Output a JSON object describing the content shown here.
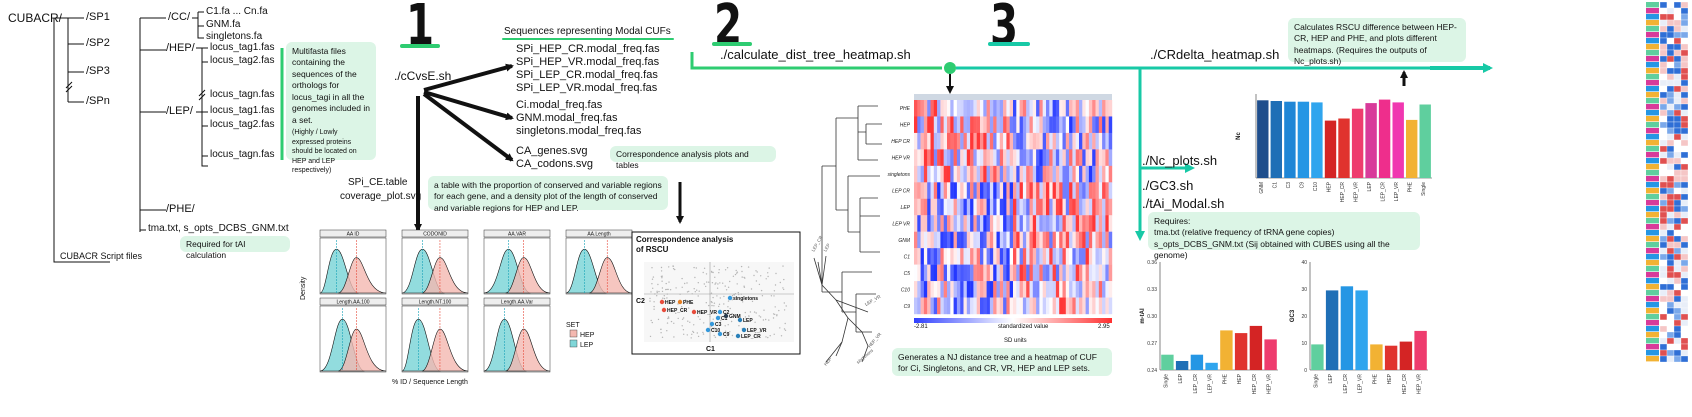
{
  "tree": {
    "root": "CUBACR/",
    "species": [
      "/SP1",
      "/SP2",
      "/SP3",
      "/SPn"
    ],
    "cc_dir": "/CC/",
    "cc_files": [
      "C1.fa ... Cn.fa",
      "GNM.fa",
      "singletons.fa"
    ],
    "hep_dir": "/HEP/",
    "hep_files": [
      "locus_tag1.fas",
      "locus_tag2.fas",
      "locus_tagn.fas"
    ],
    "lep_dir": "/LEP/",
    "lep_files": [
      "locus_tag1.fas",
      "locus_tag2.fas",
      "locus_tagn.fas"
    ],
    "phe_dir": "/PHE/",
    "extra_files": "tma.txt, s_opts_DCBS_GNM.txt",
    "script_files": "CUBACR Script files"
  },
  "notes": {
    "multifasta": "Multifasta files containing the sequences of the orthologs for locus_tagi in all the genomes included in a set.",
    "multifasta_small": "(Highly / Lowly expressed proteins should be located on HEP and LEP respectively)",
    "tai_required": "Required for tAI calculation",
    "conserved": "a table with the proportion of conserved and variable regions for each gene, and a density plot of the length of conserved and variable regions for HEP and LEP.",
    "ca_plots": "Correspondence analysis plots and tables",
    "nj_tree": "Generates a NJ distance tree and a heatmap of CUF for Ci, Singletons, and CR, VR, HEP and LEP sets.",
    "rscu_diff": "Calculates RSCU difference between HEP-CR, HEP and PHE, and plots different heatmaps. (Requires the outputs of Nc_plots.sh)",
    "requires_title": "Requires:",
    "requires_1": "tma.txt (relative frequency of tRNA gene copies)",
    "requires_2": "s_opts_DCBS_GNM.txt (Sij obtained with CUBES using all the genome)"
  },
  "steps": {
    "s1": "1",
    "s2": "2",
    "s3": "3"
  },
  "scripts": {
    "ccvse": "./cCvsE.sh",
    "calc": "./calculate_dist_tree_heatmap.sh",
    "crdelta": "./CRdelta_heatmap.sh",
    "nc": "./Nc_plots.sh",
    "gc3": "./GC3.sh",
    "tai": "./tAi_Modal.sh"
  },
  "outputs": {
    "modal_title": "Sequences representing Modal CUFs",
    "modal_files": [
      "SPi_HEP_CR.modal_freq.fas",
      "SPi_HEP_VR.modal_freq.fas",
      "SPi_LEP_CR.modal_freq.fas",
      "SPi_LEP_VR.modal_freq.fas"
    ],
    "ci_files": [
      "Ci.modal_freq.fas",
      "GNM.modal_freq.fas",
      "singletons.modal_freq.fas"
    ],
    "ca_files": [
      "CA_genes.svg",
      "CA_codons.svg"
    ],
    "ce_files": [
      "SPi_CE.table",
      "coverage_plot.svg"
    ]
  },
  "density_panels": {
    "titles": [
      "AA ID",
      "CODONID",
      "AA.VAR",
      "AA.Length",
      "Length.AA.100",
      "Length.NT.100",
      "Length.AA.Var"
    ],
    "ylabel": "Density",
    "xlabel": "% ID / Sequence Length",
    "legend_title": "SET",
    "legend_items": [
      "HEP",
      "LEP"
    ],
    "colors": {
      "HEP": "#f4b8b0",
      "LEP": "#7fd6d8"
    }
  },
  "ca_plot": {
    "title_1": "Correspondence analysis",
    "title_2": "of RSCU",
    "xaxis": "C1",
    "yaxis": "C2",
    "labels": [
      "HEP",
      "PHE",
      "HEP_CR",
      "HEP_VR",
      "singletons",
      "C1",
      "C3",
      "GNM",
      "C2",
      "C10",
      "C9",
      "LEP",
      "LEP_VR",
      "LEP_CR"
    ]
  },
  "nj_tree_labels": [
    "LEP_CR",
    "LEP",
    "LEP_VR",
    "singletons",
    "HEP",
    "HEP_VR"
  ],
  "heatmap": {
    "row_labels": [
      "PHE",
      "HEP",
      "HEP CR",
      "HEP VR",
      "singletons",
      "LEP CR",
      "LEP",
      "LEP VR",
      "GNM",
      "C1",
      "C5",
      "C10",
      "C9"
    ],
    "scale_min": "-2.81",
    "scale_max": "2.95",
    "scale_label": "standardized value",
    "scale_units": "SD units"
  },
  "chart_data": [
    {
      "type": "bar",
      "ylabel": "Nc",
      "categories": [
        "GNM",
        "C1",
        "C3",
        "C9",
        "C10",
        "HEP",
        "HEP_CR",
        "HEP_VR",
        "LEP",
        "LEP_CR",
        "LEP_VR",
        "PHE",
        "Single"
      ],
      "values": [
        55.5,
        55,
        54.5,
        54.5,
        54,
        41,
        42.5,
        49.5,
        53.5,
        56,
        54,
        41.5,
        52.5
      ],
      "colors": [
        "#1f4e8c",
        "#1f6fb6",
        "#1f86d6",
        "#2596e4",
        "#2fa5ee",
        "#d42424",
        "#e0332e",
        "#ee3c6e",
        "#d83a9a",
        "#ee2e8c",
        "#f037b0",
        "#f2b233",
        "#5fcf9e"
      ],
      "ylim": [
        0,
        60
      ]
    },
    {
      "type": "bar",
      "ylabel": "m-tAI",
      "ticks": [
        "0.36",
        "0.33",
        "0.30",
        "0.27",
        "0.24"
      ],
      "categories": [
        "Single",
        "LEP",
        "LEP_CR",
        "LEP_VR",
        "PHE",
        "HEP",
        "HEP_CR",
        "HEP_VR"
      ],
      "values": [
        0.257,
        0.25,
        0.257,
        0.248,
        0.284,
        0.281,
        0.289,
        0.274
      ],
      "colors": [
        "#5fcf9e",
        "#1f6fb6",
        "#2596e4",
        "#2fa5ee",
        "#f2b233",
        "#e0332e",
        "#d42424",
        "#ee3c6e"
      ],
      "ylim": [
        0.24,
        0.36
      ]
    },
    {
      "type": "bar",
      "ylabel": "GC3",
      "ticks": [
        "40",
        "30",
        "20",
        "10",
        "0"
      ],
      "categories": [
        "Single",
        "LEP",
        "LEP_CR",
        "LEP_VR",
        "PHE",
        "HEP",
        "HEP_CR",
        "HEP_VR"
      ],
      "values": [
        9.5,
        29.5,
        31,
        29.5,
        9.5,
        9,
        10.5,
        14.5
      ],
      "colors": [
        "#5fcf9e",
        "#1f6fb6",
        "#2596e4",
        "#2fa5ee",
        "#f2b233",
        "#e0332e",
        "#d42424",
        "#ee3c6e"
      ],
      "ylim": [
        0,
        40
      ]
    }
  ]
}
